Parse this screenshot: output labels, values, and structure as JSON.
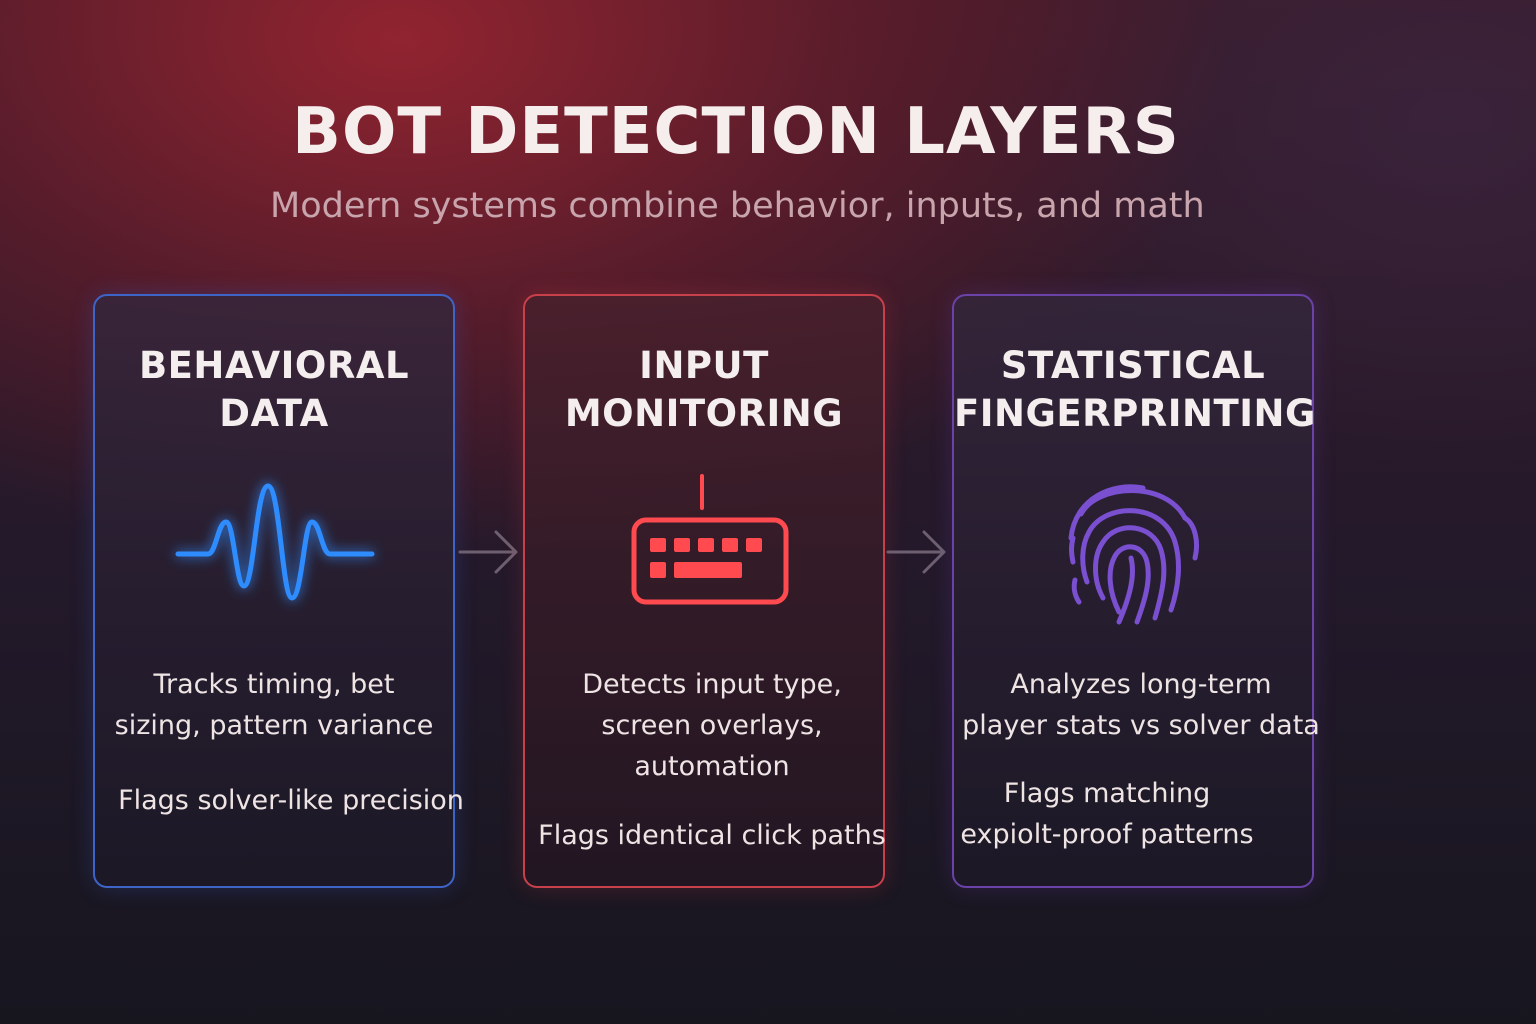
{
  "title": "BOT DETECTION LAYERS",
  "subtitle": "Modern systems combine behavior, inputs, and math",
  "colors": {
    "blue": "#2f8cff",
    "red": "#ff4a4f",
    "purple": "#7a4fd0"
  },
  "cards": [
    {
      "title_lines": [
        "BEHAVIORAL",
        "DATA"
      ],
      "icon": "waveform-icon",
      "description_lines": [
        "Tracks timing, bet",
        "sizing, pattern variance"
      ],
      "flag_lines": [
        "Flags solver-like precision"
      ]
    },
    {
      "title_lines": [
        "INPUT",
        "MONITORING"
      ],
      "icon": "keyboard-icon",
      "description_lines": [
        "Detects input type,",
        "screen overlays,",
        "automation"
      ],
      "flag_lines": [
        "Flags identical click paths"
      ]
    },
    {
      "title_lines": [
        "STATISTICAL",
        "FINGERPRINTING"
      ],
      "icon": "fingerprint-icon",
      "description_lines": [
        "Analyzes long-term",
        "player stats vs solver data"
      ],
      "flag_lines": [
        "Flags matching",
        "expiolt-proof patterns"
      ]
    }
  ]
}
